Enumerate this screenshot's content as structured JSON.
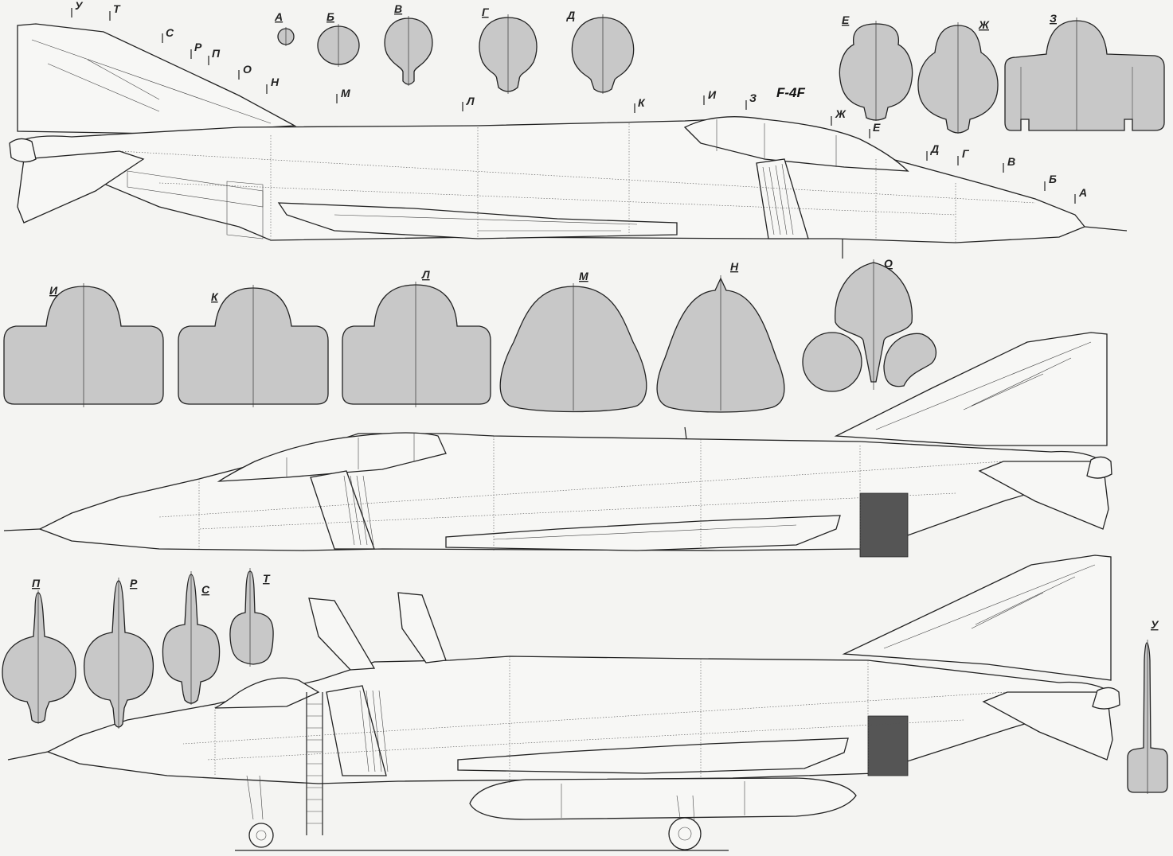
{
  "title": "F-4F",
  "section_labels_top": [
    "А",
    "Б",
    "В",
    "Г",
    "Д",
    "Е",
    "Ж",
    "З"
  ],
  "section_labels_middle": [
    "И",
    "К",
    "Л",
    "М",
    "Н",
    "О"
  ],
  "section_labels_bottom": [
    "П",
    "Р",
    "С",
    "Т"
  ],
  "section_label_tail": "У",
  "station_marks": [
    {
      "label": "У"
    },
    {
      "label": "Т"
    },
    {
      "label": "С"
    },
    {
      "label": "Р"
    },
    {
      "label": "П"
    },
    {
      "label": "О"
    },
    {
      "label": "Н"
    },
    {
      "label": "М"
    },
    {
      "label": "Л"
    },
    {
      "label": "К"
    },
    {
      "label": "И"
    },
    {
      "label": "З"
    },
    {
      "label": "Ж"
    },
    {
      "label": "Е"
    },
    {
      "label": "Д"
    },
    {
      "label": "Г"
    },
    {
      "label": "В"
    },
    {
      "label": "Б"
    },
    {
      "label": "А"
    }
  ],
  "colors": {
    "section_fill": "#c8c8c8",
    "line": "#222222",
    "paper": "#f4f4f2"
  }
}
